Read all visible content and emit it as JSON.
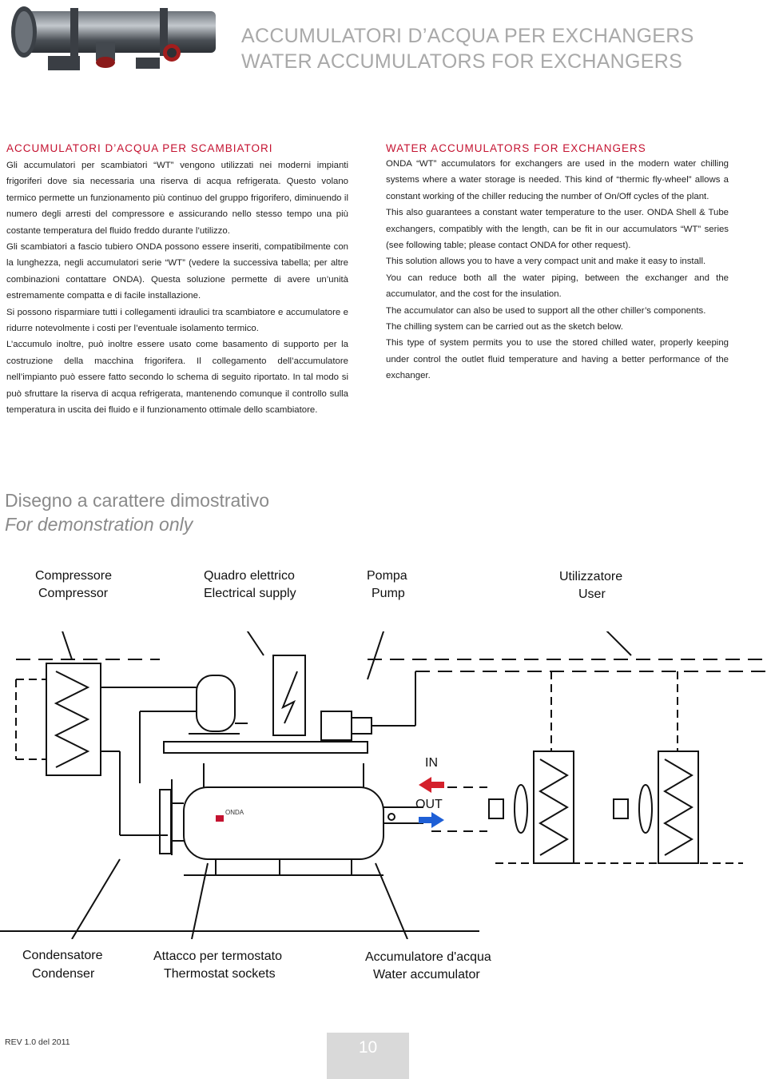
{
  "header": {
    "title_it": "ACCUMULATORI D’ACQUA PER EXCHANGERS",
    "title_en": "WATER ACCUMULATORS FOR EXCHANGERS"
  },
  "section_it": {
    "title": "ACCUMULATORI D’ACQUA PER SCAMBIATORI",
    "paragraphs": [
      "Gli accumulatori per scambiatori “WT” vengono utilizzati nei moderni impianti frigoriferi dove sia necessaria una riserva di acqua refrigerata. Questo volano termico permette un funzionamento più continuo del gruppo frigorifero, diminuendo il numero degli arresti del compressore e assicurando nello stesso tempo una più costante temperatura del fluido freddo durante l’utilizzo.",
      "Gli scambiatori a fascio tubiero ONDA possono essere inseriti, compatibilmente con la lunghezza, negli accumulatori serie “WT” (vedere la successiva tabella; per altre combinazioni contattare ONDA). Questa soluzione permette di avere un’unità estremamente compatta e di facile installazione.",
      "Si possono risparmiare tutti i collegamenti idraulici tra scambiatore e accumulatore e ridurre notevolmente i costi per l’eventuale isolamento termico.",
      "L’accumulo inoltre, può inoltre essere usato come basamento di supporto per la costruzione della macchina frigorifera. Il collegamento dell’accumulatore nell’impianto può essere fatto secondo lo schema di seguito riportato. In tal modo si può sfruttare la riserva di acqua refrigerata, mantenendo comunque il controllo sulla temperatura in uscita dei fluido e il funzionamento ottimale dello scambiatore."
    ]
  },
  "section_en": {
    "title": "WATER ACCUMULATORS FOR EXCHANGERS",
    "paragraphs": [
      "ONDA “WT” accumulators for exchangers are used in the modern water chilling systems where a water storage is needed. This kind of “thermic fly-wheel” allows a constant working of the chiller reducing the number of On/Off cycles of the plant.",
      "This also guarantees a constant water temperature to the user. ONDA Shell & Tube exchangers, compatibly with the length, can be fit in our accumulators “WT” series (see following table; please contact ONDA for other request).",
      "This solution allows you to have a very compact unit and make it easy to install.",
      "You can reduce both all the water piping, between the exchanger and the accumulator, and the cost for the insulation.",
      "The accumulator can also be used to support all the other chiller’s components.",
      "The chilling system can be carried out as the sketch below.",
      "This type of system permits you to use the stored chilled water, properly keeping under control the outlet fluid temperature and having a better performance of the exchanger."
    ]
  },
  "demo": {
    "line_it": "Disegno a carattere dimostrativo",
    "line_en": "For demonstration only"
  },
  "diagram": {
    "compressor_it": "Compressore",
    "compressor_en": "Compressor",
    "electrical_it": "Quadro elettrico",
    "electrical_en": "Electrical supply",
    "pump_it": "Pompa",
    "pump_en": "Pump",
    "user_it": "Utilizzatore",
    "user_en": "User",
    "in_label": "IN",
    "out_label": "OUT",
    "tank_brand": "ONDA",
    "condenser_it": "Condensatore",
    "condenser_en": "Condenser",
    "thermostat_it": "Attacco per termostato",
    "thermostat_en": "Thermostat sockets",
    "accumulator_it": "Accumulatore d'acqua",
    "accumulator_en": "Water accumulator",
    "colors": {
      "in_arrow": "#d4202b",
      "out_arrow": "#1e5fd6"
    }
  },
  "footer": {
    "revision": "REV 1.0 del 2011",
    "page_number": "10"
  }
}
